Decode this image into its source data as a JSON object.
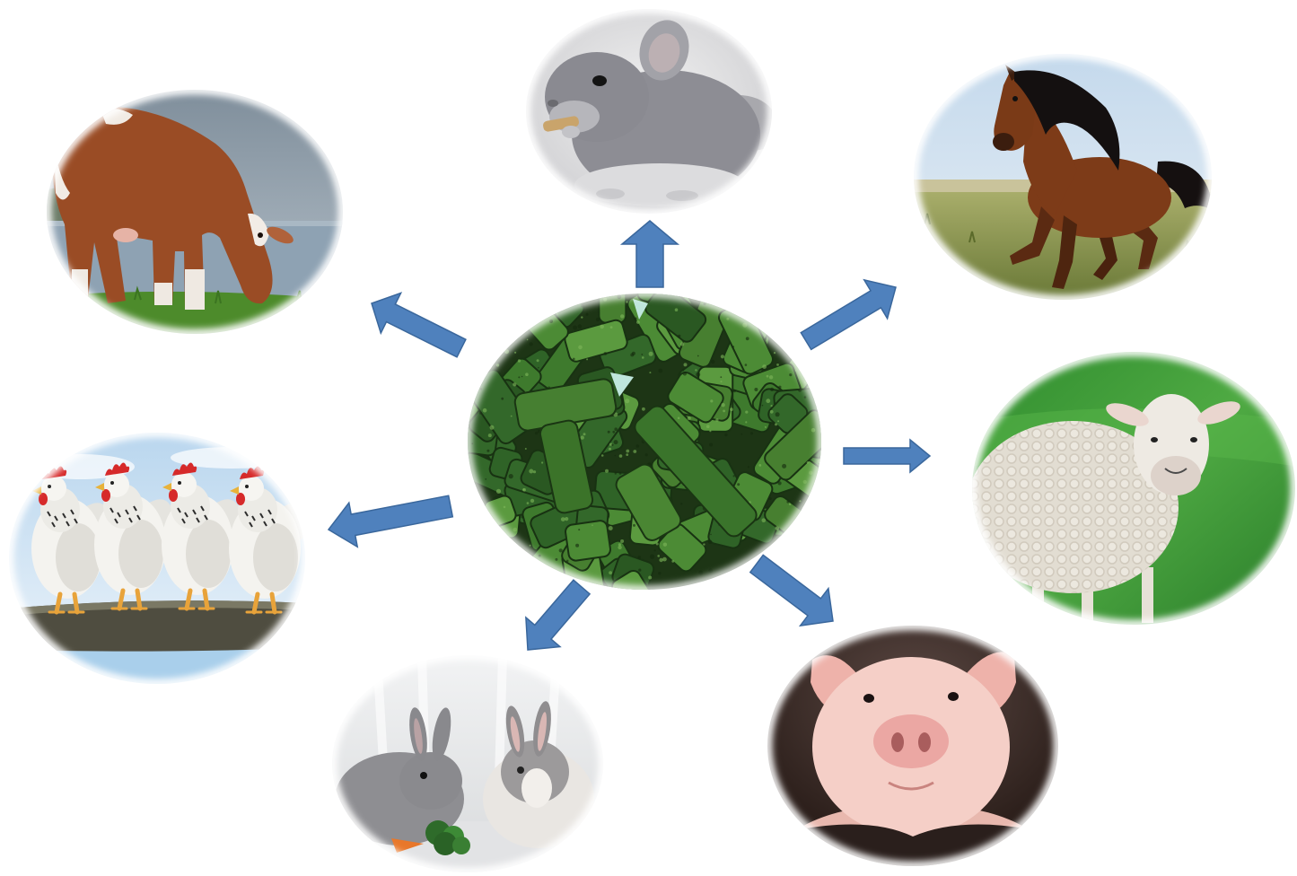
{
  "diagram": {
    "center": {
      "icon": "feed-pellets-image"
    },
    "targets": [
      {
        "icon": "chinchilla-image"
      },
      {
        "icon": "cow-image"
      },
      {
        "icon": "horse-image"
      },
      {
        "icon": "sheep-image"
      },
      {
        "icon": "pig-image"
      },
      {
        "icon": "rabbits-image"
      },
      {
        "icon": "chickens-image"
      }
    ],
    "colors": {
      "background": "#ffffff",
      "arrow": "#4f81bd",
      "arrow_outline": "#3a679c",
      "pellet_green": "#3f7a2e"
    }
  }
}
